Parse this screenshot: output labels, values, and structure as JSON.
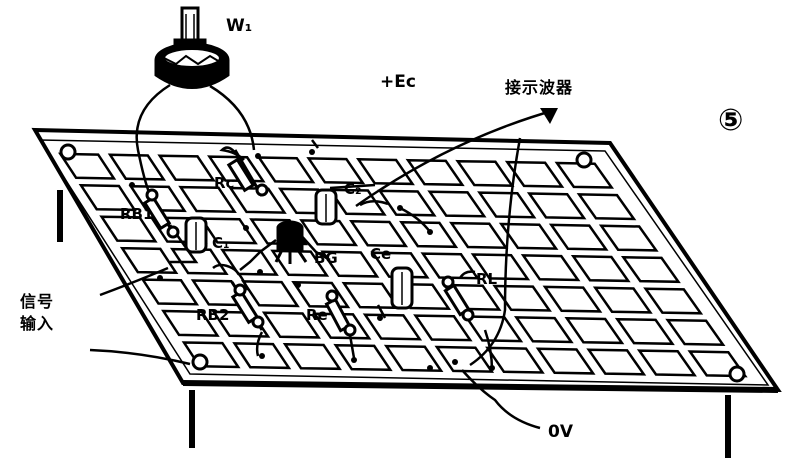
{
  "figure_number": "⑤",
  "labels": {
    "w1": "W₁",
    "plus_ec": "+Ec",
    "scope": "接示波器",
    "rc": "Rc",
    "c2": "C₂",
    "rb1": "RB1",
    "c1": "C₁",
    "bg": "BG",
    "ce": "Ce",
    "rl": "RL",
    "signal_in_line1": "信号",
    "signal_in_line2": "输入",
    "rb2": "RB2",
    "re": "Re",
    "zero_v": "0V"
  },
  "colors": {
    "ink": "#000000",
    "paper": "#ffffff"
  }
}
